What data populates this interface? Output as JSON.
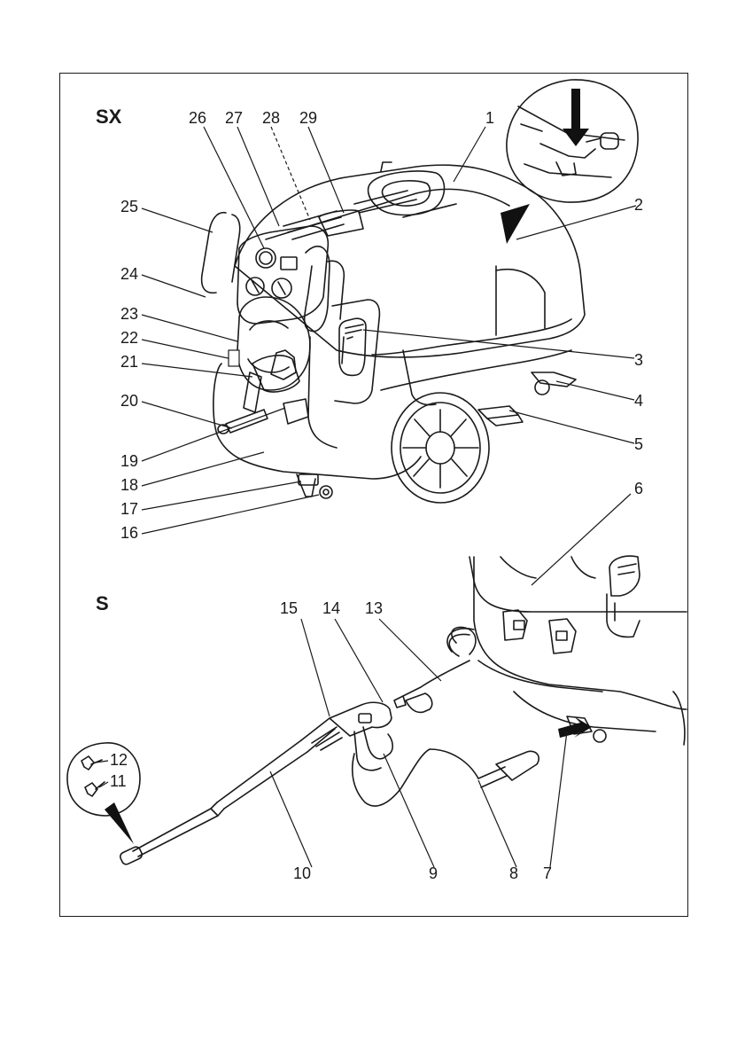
{
  "models": {
    "upper": "SX",
    "lower": "S"
  },
  "callouts": {
    "c1": "1",
    "c2": "2",
    "c3": "3",
    "c4": "4",
    "c5": "5",
    "c6": "6",
    "c7": "7",
    "c8": "8",
    "c9": "9",
    "c10": "10",
    "c11": "11",
    "c12": "12",
    "c13": "13",
    "c14": "14",
    "c15": "15",
    "c16": "16",
    "c17": "17",
    "c18": "18",
    "c19": "19",
    "c20": "20",
    "c21": "21",
    "c22": "22",
    "c23": "23",
    "c24": "24",
    "c25": "25",
    "c26": "26",
    "c27": "27",
    "c28": "28",
    "c29": "29"
  }
}
